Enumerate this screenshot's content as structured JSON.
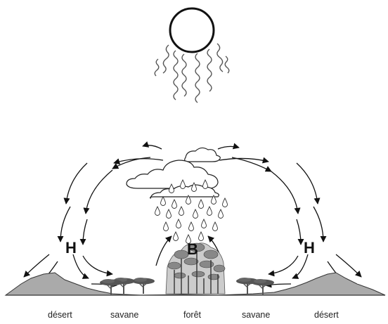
{
  "pressure": {
    "high_left": "H",
    "low_center": "B",
    "high_right": "H"
  },
  "biomes": {
    "desert_left": "désert",
    "savanna_left": "savane",
    "forest": "forêt",
    "savanna_right": "savane",
    "desert_right": "désert"
  },
  "icons": {
    "sun": "sun-icon",
    "clouds": "rain-cloud-icon",
    "rain": "raindrops-icon"
  }
}
